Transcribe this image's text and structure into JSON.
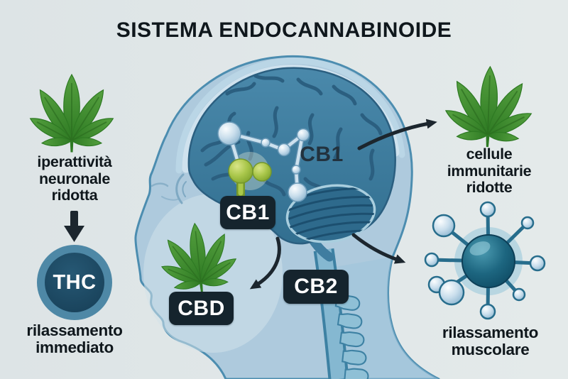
{
  "header": {
    "title": "SISTEMA ENDOCANNABINOIDE"
  },
  "left_panel": {
    "caption_lines": [
      "iperattività",
      "neuronale",
      "ridotta"
    ],
    "molecule_label": "THC",
    "result_lines": [
      "rilassamento",
      "immediato"
    ]
  },
  "head_diagram": {
    "brain_receptor_label": "CB1",
    "cb1_badge_label": "CB1",
    "cbd_badge_label": "CBD",
    "cb2_badge_label": "CB2"
  },
  "right_panel": {
    "caption_lines": [
      "cellule",
      "immunitarie",
      "ridotte"
    ],
    "result_lines": [
      "rilassamento",
      "muscolare"
    ]
  },
  "icons": {
    "left_plant": "cannabis-leaf",
    "cheek_plant": "cannabis-leaf",
    "right_plant": "cannabis-leaf",
    "thc": "filled-circle-badge",
    "immune_cell": "spiked-cell",
    "connectors": "curved-black-arrows"
  },
  "colors": {
    "bg": "#dde4e6",
    "bg_right": "#e4eaea",
    "text": "#0f171c",
    "cb1_text": "#22323e",
    "badge_bg": "#15242d",
    "badge_text": "#ffffff",
    "arrow": "#1c262e",
    "head_fill": "#aecadd",
    "head_outline": "#4c8db0",
    "cheek_light": "#d2e2e9",
    "skull_band": "#cfe2ee",
    "brain_fill": "#3d7ba0",
    "brain_fold": "#2b5f80",
    "cerebellum": "#2e6a8c",
    "cerebellum_stripe": "#1c4f6f",
    "spine_fill": "#85b8d1",
    "spine_outline": "#3d81a3",
    "vertebra_fill": "#8fc0d6",
    "leaf_green": "#55a03f",
    "leaf_dark": "#2e7a23",
    "leaf_vein": "#2c6e20",
    "thc_ring": "#4e88a6",
    "thc_core": "#1d4a63",
    "cell_halo": "#b3d4e0",
    "cell_spoke": "#276d8c",
    "green_ball": "#a9c84a"
  }
}
